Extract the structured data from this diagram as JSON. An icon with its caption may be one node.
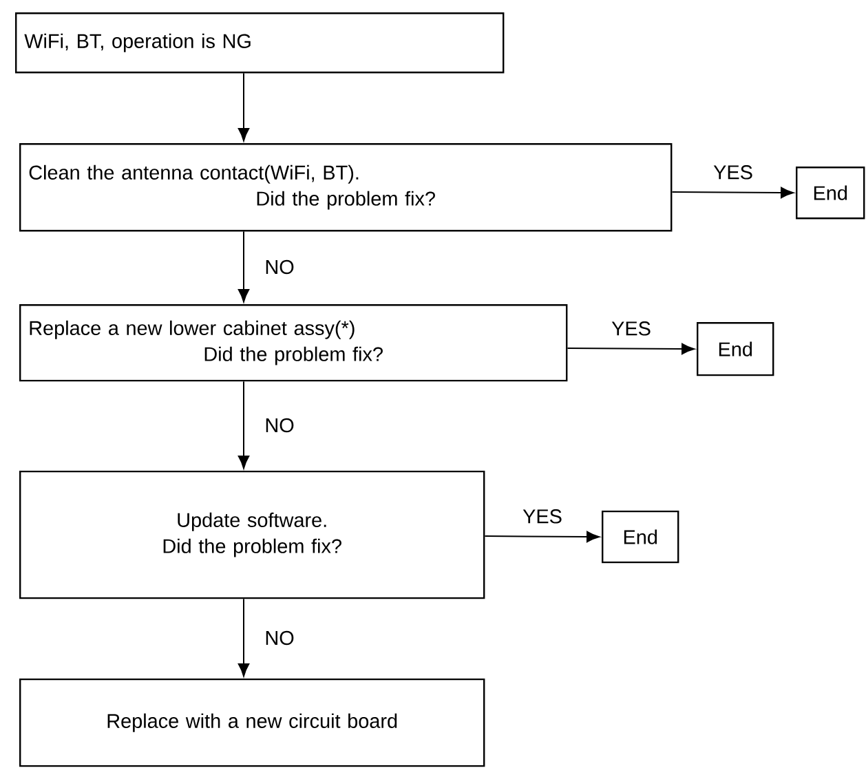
{
  "diagram": {
    "nodes": [
      {
        "text": [
          "WiFi, BT, operation is NG"
        ]
      },
      {
        "text": [
          "Clean the antenna contact(WiFi, BT).",
          "Did the problem fix?"
        ]
      },
      {
        "text": [
          "End"
        ]
      },
      {
        "text": [
          "Replace a new lower cabinet assy(*)",
          "Did the problem fix?"
        ]
      },
      {
        "text": [
          "End"
        ]
      },
      {
        "text": [
          "Update software.",
          "Did the problem fix?"
        ]
      },
      {
        "text": [
          "End"
        ]
      },
      {
        "text": [
          "Replace with a new circuit board"
        ]
      }
    ],
    "edges": [
      {
        "from": 0,
        "to": 1,
        "arrow": "to"
      },
      {
        "from": 1,
        "to": 2,
        "arrow": "to",
        "label": "YES"
      },
      {
        "from": 1,
        "to": 3,
        "arrow": "to",
        "label": "NO"
      },
      {
        "from": 3,
        "to": 4,
        "arrow": "to",
        "label": "YES"
      },
      {
        "from": 3,
        "to": 5,
        "arrow": "to",
        "label": "NO"
      },
      {
        "from": 5,
        "to": 6,
        "arrow": "to",
        "label": "YES"
      },
      {
        "from": 5,
        "to": 7,
        "arrow": "to",
        "label": "NO"
      }
    ]
  }
}
